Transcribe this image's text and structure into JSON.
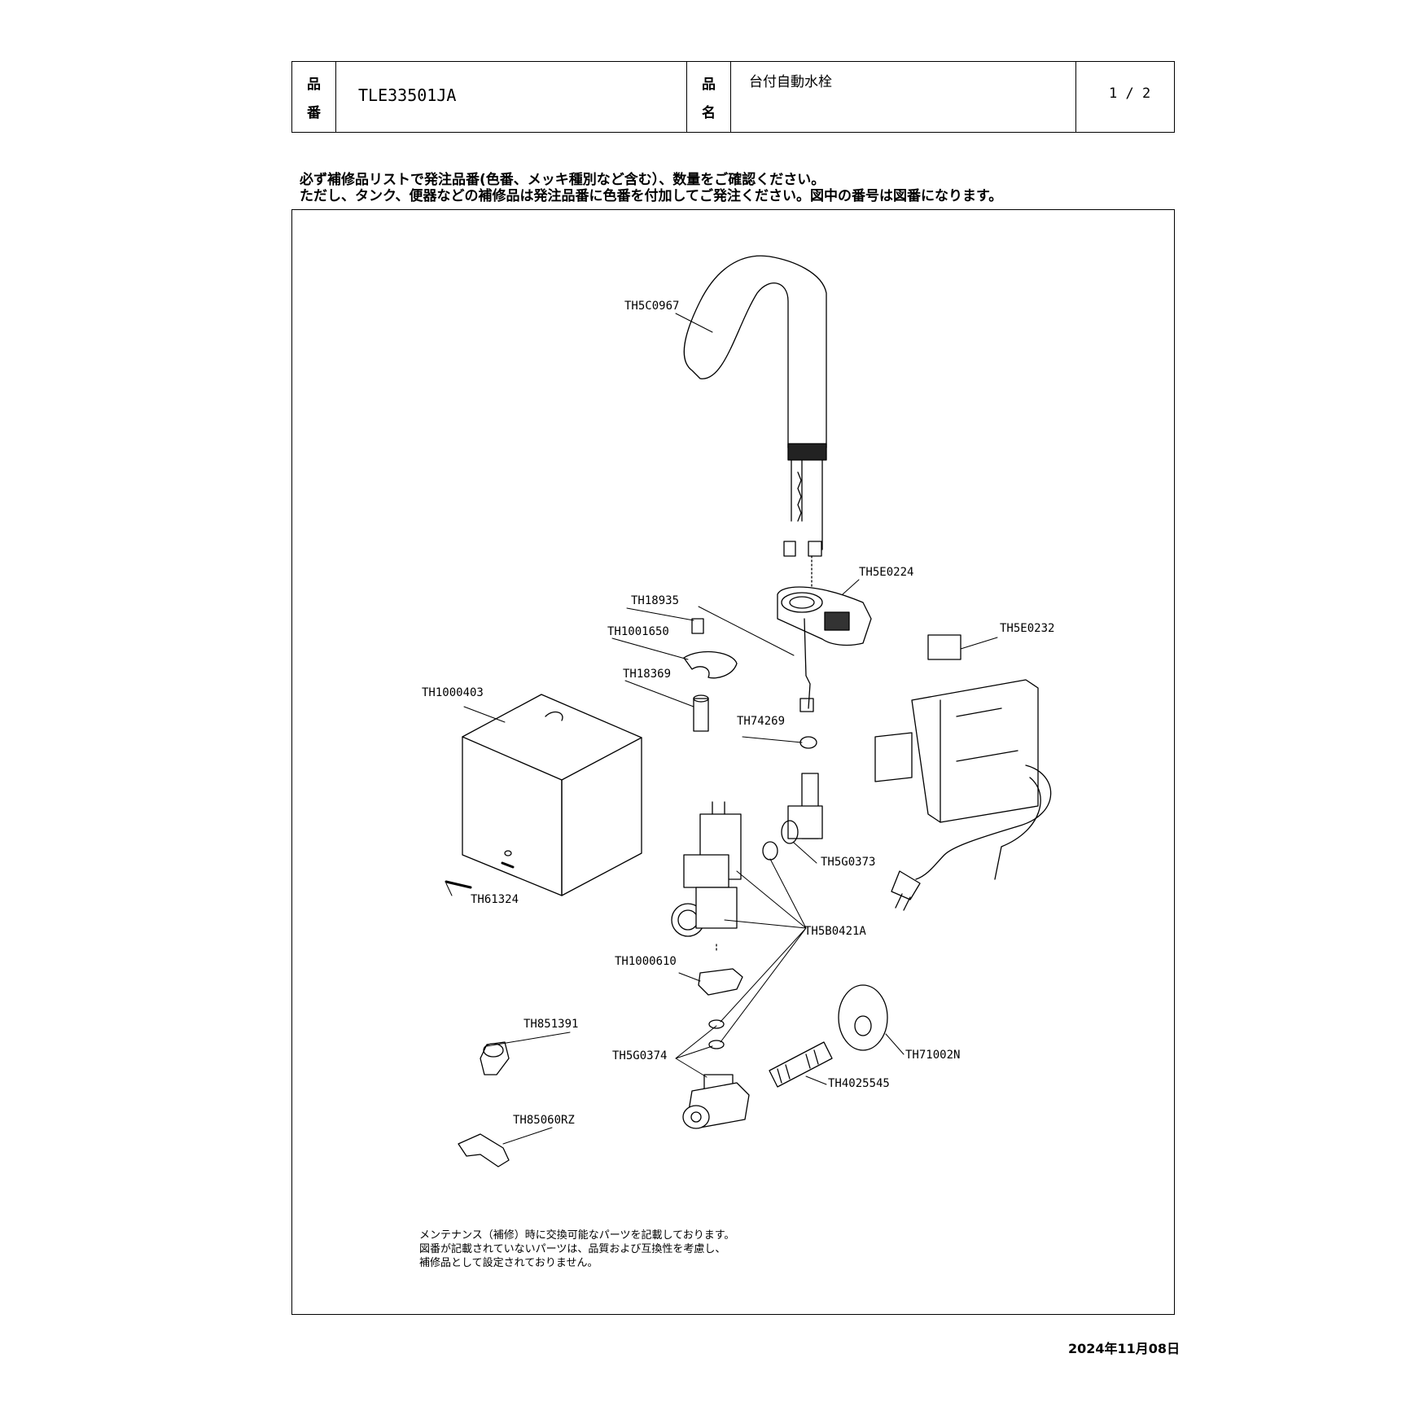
{
  "header": {
    "part_no_label": [
      "品",
      "番"
    ],
    "part_no": "TLE33501JA",
    "product_name_label": [
      "品",
      "名"
    ],
    "product_name": "台付自動水栓",
    "page": "1 / 2"
  },
  "notice": {
    "line1": "必ず補修品リストで発注品番(色番、メッキ種別など含む）、数量をご確認ください。",
    "line2": "ただし、タンク、便器などの補修品は発注品番に色番を付加してご発注ください。図中の番号は図番になります。"
  },
  "parts": {
    "th5c0967": "TH5C0967",
    "th5e0224": "TH5E0224",
    "th18935": "TH18935",
    "th1001650": "TH1001650",
    "th18369": "TH18369",
    "th1000403": "TH1000403",
    "th5e0232": "TH5E0232",
    "th74269": "TH74269",
    "th5g0373": "TH5G0373",
    "th61324": "TH61324",
    "th5b0421a": "TH5B0421A",
    "th1000610": "TH1000610",
    "th851391": "TH851391",
    "th5g0374": "TH5G0374",
    "th71002n": "TH71002N",
    "th4025545": "TH4025545",
    "th85060rz": "TH85060RZ"
  },
  "footnote": {
    "line1": "メンテナンス（補修）時に交換可能なパーツを記載しております。",
    "line2": "図番が記載されていないパーツは、品質および互換性を考慮し、",
    "line3": "補修品として設定されておりません。"
  },
  "date": "2024年11月08日"
}
